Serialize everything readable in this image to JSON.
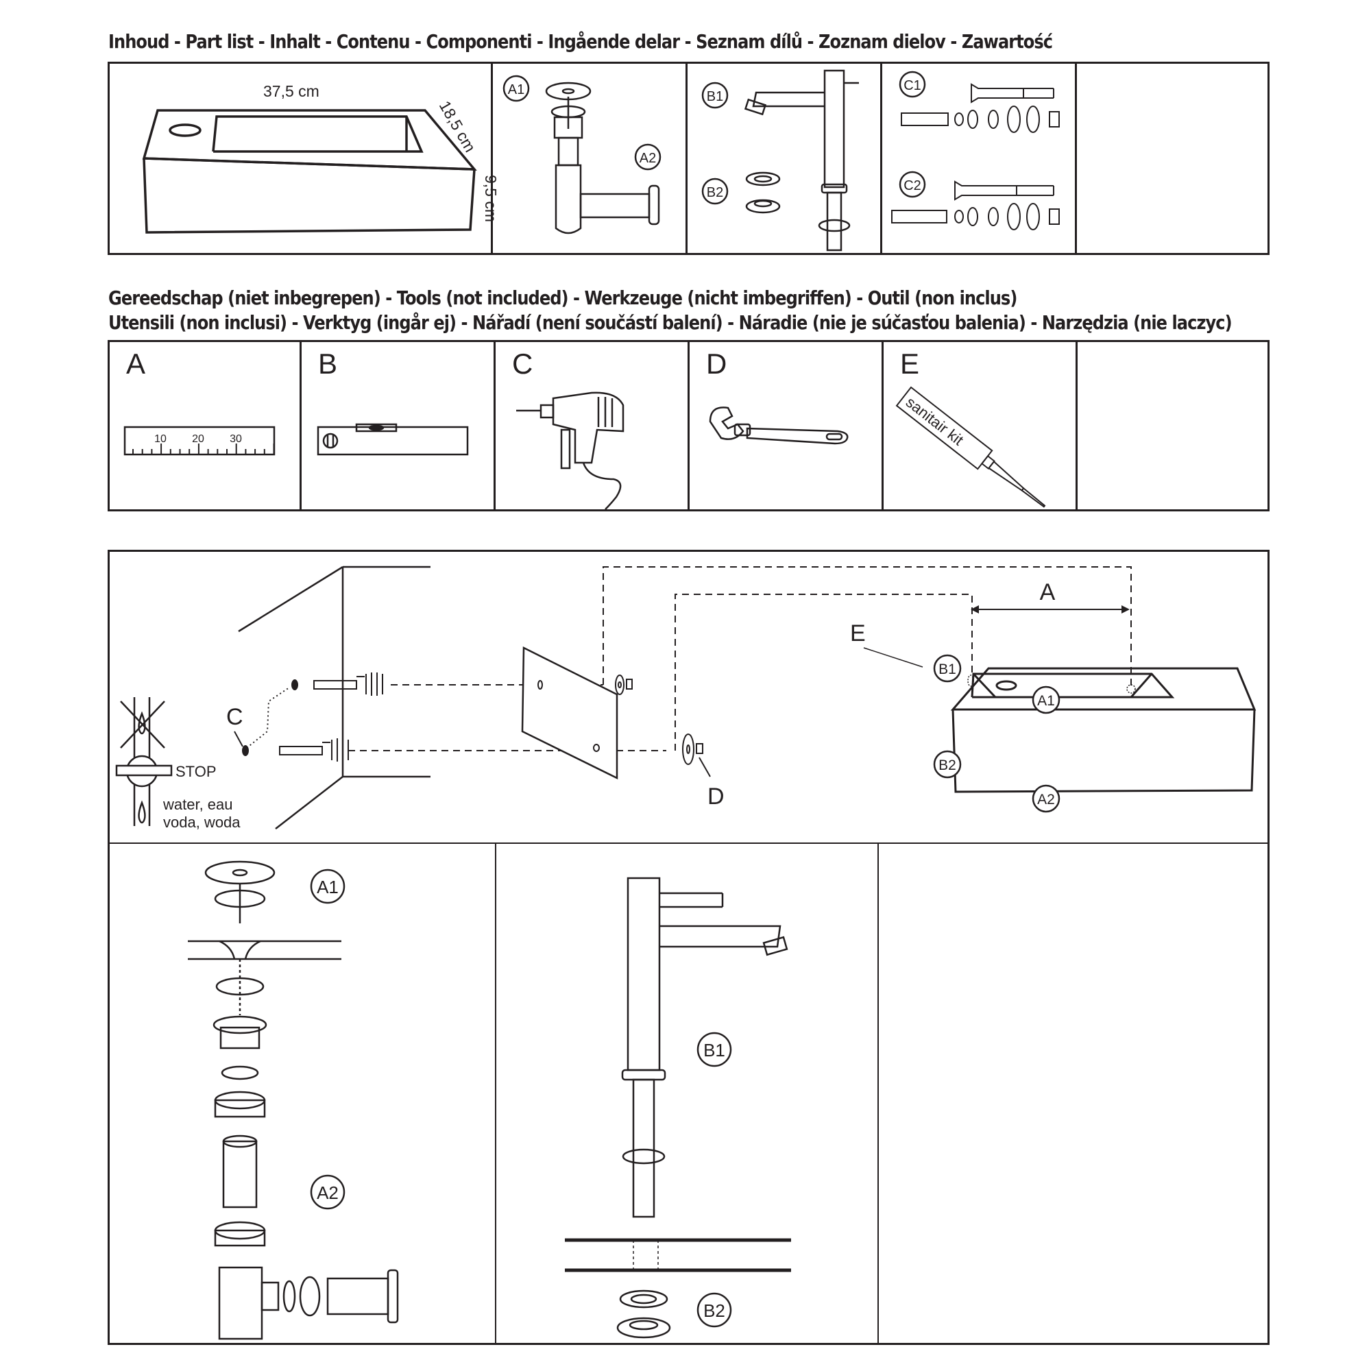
{
  "parts_section": {
    "title": "Inhoud - Part list - Inhalt - Contenu - Componenti - Ingående delar - Seznam dílů - Zoznam dielov - Zawartość",
    "basin": {
      "width_label": "37,5 cm",
      "depth_label": "18,5 cm",
      "height_label": "9,5 cm"
    },
    "items": [
      {
        "id": "A1",
        "label": "A1"
      },
      {
        "id": "A2",
        "label": "A2"
      },
      {
        "id": "B1",
        "label": "B1"
      },
      {
        "id": "B2",
        "label": "B2"
      },
      {
        "id": "C1",
        "label": "C1"
      },
      {
        "id": "C2",
        "label": "C2"
      }
    ]
  },
  "tools_section": {
    "title_line1": "Gereedschap (niet inbegrepen) - Tools (not included) -  Werkzeuge (nicht imbegriffen) - Outil (non inclus)",
    "title_line2": "Utensili (non inclusi) - Verktyg (ingår ej) - Nářadí (není součástí balení) - Náradie (nie je súčasťou balenia) - Narzędzia (nie laczyc)",
    "tools": [
      {
        "letter": "A",
        "name": "tape-measure",
        "ruler_ticks": [
          "10",
          "20",
          "30"
        ]
      },
      {
        "letter": "B",
        "name": "spirit-level"
      },
      {
        "letter": "C",
        "name": "drill"
      },
      {
        "letter": "D",
        "name": "adjustable-wrench"
      },
      {
        "letter": "E",
        "name": "sealant",
        "cartridge_label": "sanitair kit"
      }
    ]
  },
  "installation": {
    "stop_label": "STOP",
    "water_line1": "water, eau",
    "water_line2": "voda, woda",
    "label_C": "C",
    "label_D": "D",
    "label_E": "E",
    "label_A": "A",
    "basin_tags": [
      "B1",
      "A1",
      "B2",
      "A2"
    ]
  },
  "details": {
    "drain_tags": [
      "A1",
      "A2"
    ],
    "tap_tags": [
      "B1",
      "B2"
    ]
  }
}
